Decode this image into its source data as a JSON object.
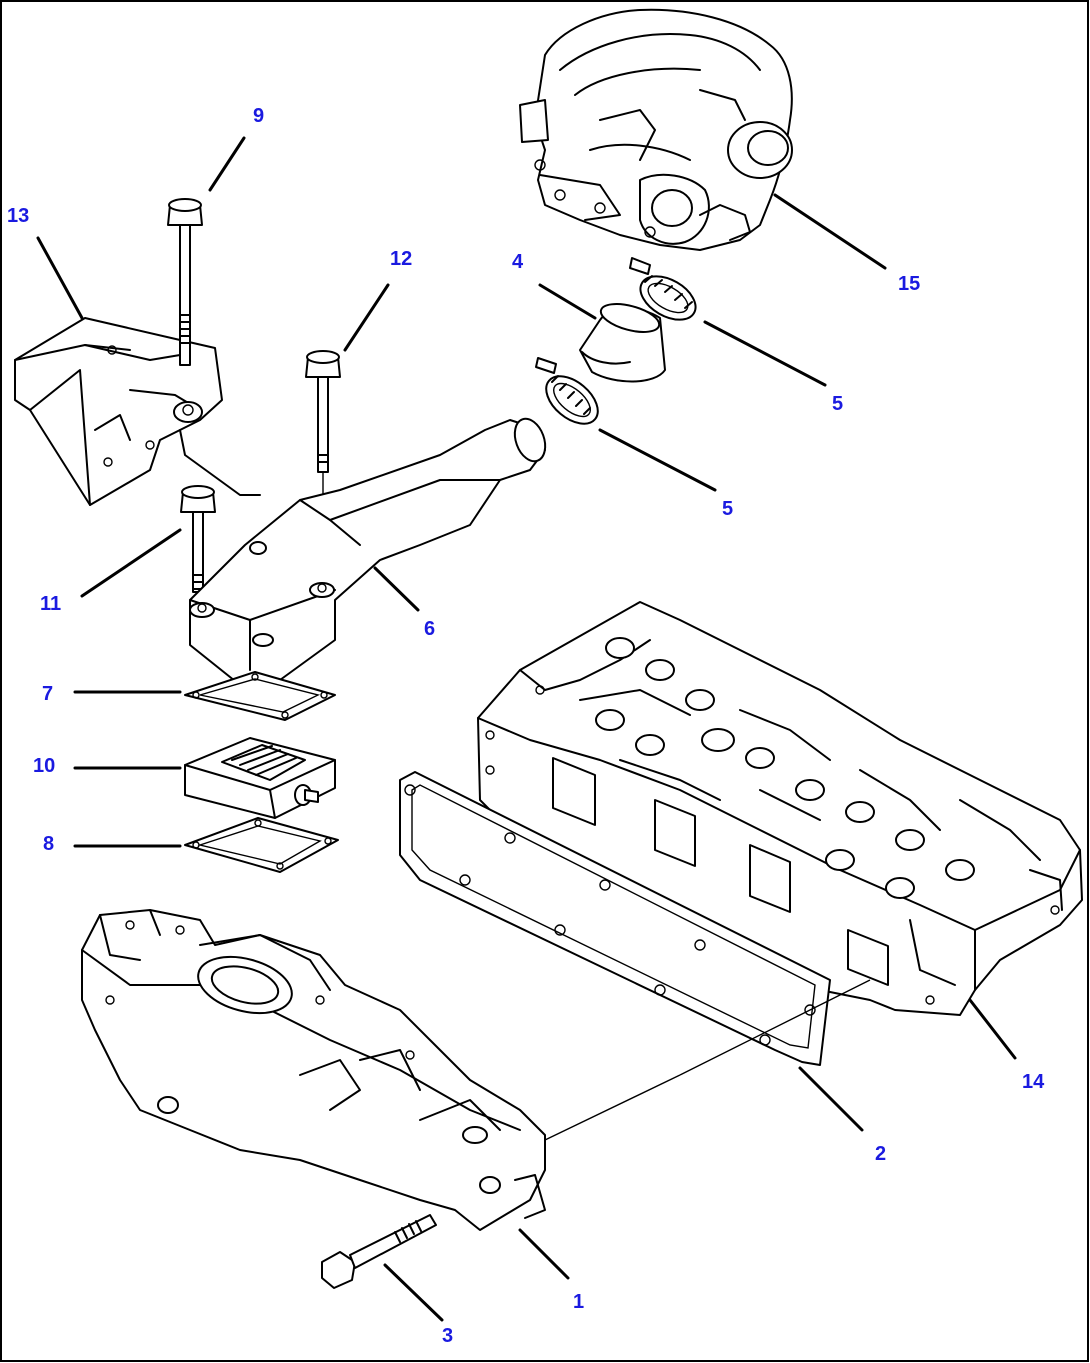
{
  "callouts": {
    "c1": "1",
    "c2": "2",
    "c3": "3",
    "c4": "4",
    "c5a": "5",
    "c5b": "5",
    "c6": "6",
    "c7": "7",
    "c8": "8",
    "c9": "9",
    "c10": "10",
    "c11": "11",
    "c12": "12",
    "c13": "13",
    "c14": "14",
    "c15": "15"
  },
  "colors": {
    "callout_text": "#1a1ae0",
    "line_art": "#000000",
    "background": "#ffffff"
  }
}
